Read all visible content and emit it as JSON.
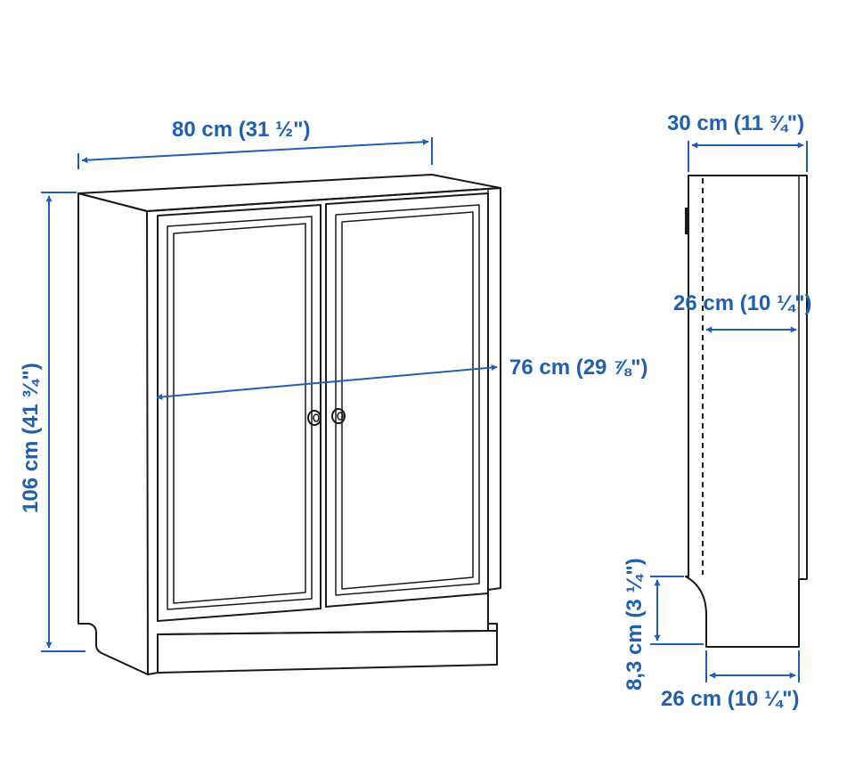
{
  "dimensions": {
    "width_overall": "80 cm (31 ½\")",
    "height_overall": "106 cm (41 ¾\")",
    "width_doors": "76 cm (29 ⅞\")",
    "depth_top": "30 cm (11 ¾\")",
    "depth_inner": "26 cm (10 ¼\")",
    "plinth_height": "8,3 cm (3 ¼\")",
    "depth_base": "26 cm (10 ¼\")"
  },
  "colors": {
    "dimension_blue": "#1f5fb4",
    "line_black": "#1a1a1a"
  }
}
